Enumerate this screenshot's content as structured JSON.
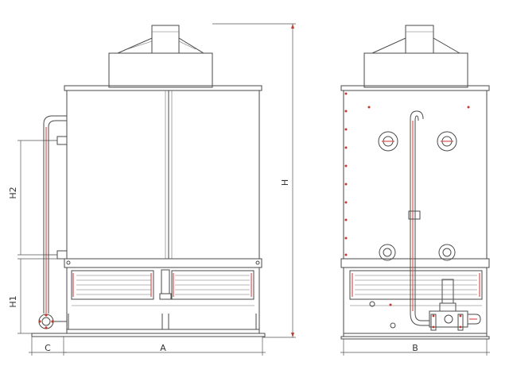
{
  "labels": {
    "H": "H",
    "H1": "H1",
    "H2": "H2",
    "A": "A",
    "B": "B",
    "C": "C"
  },
  "colors": {
    "line": "#4a4a4a",
    "accent": "#d9534f"
  }
}
